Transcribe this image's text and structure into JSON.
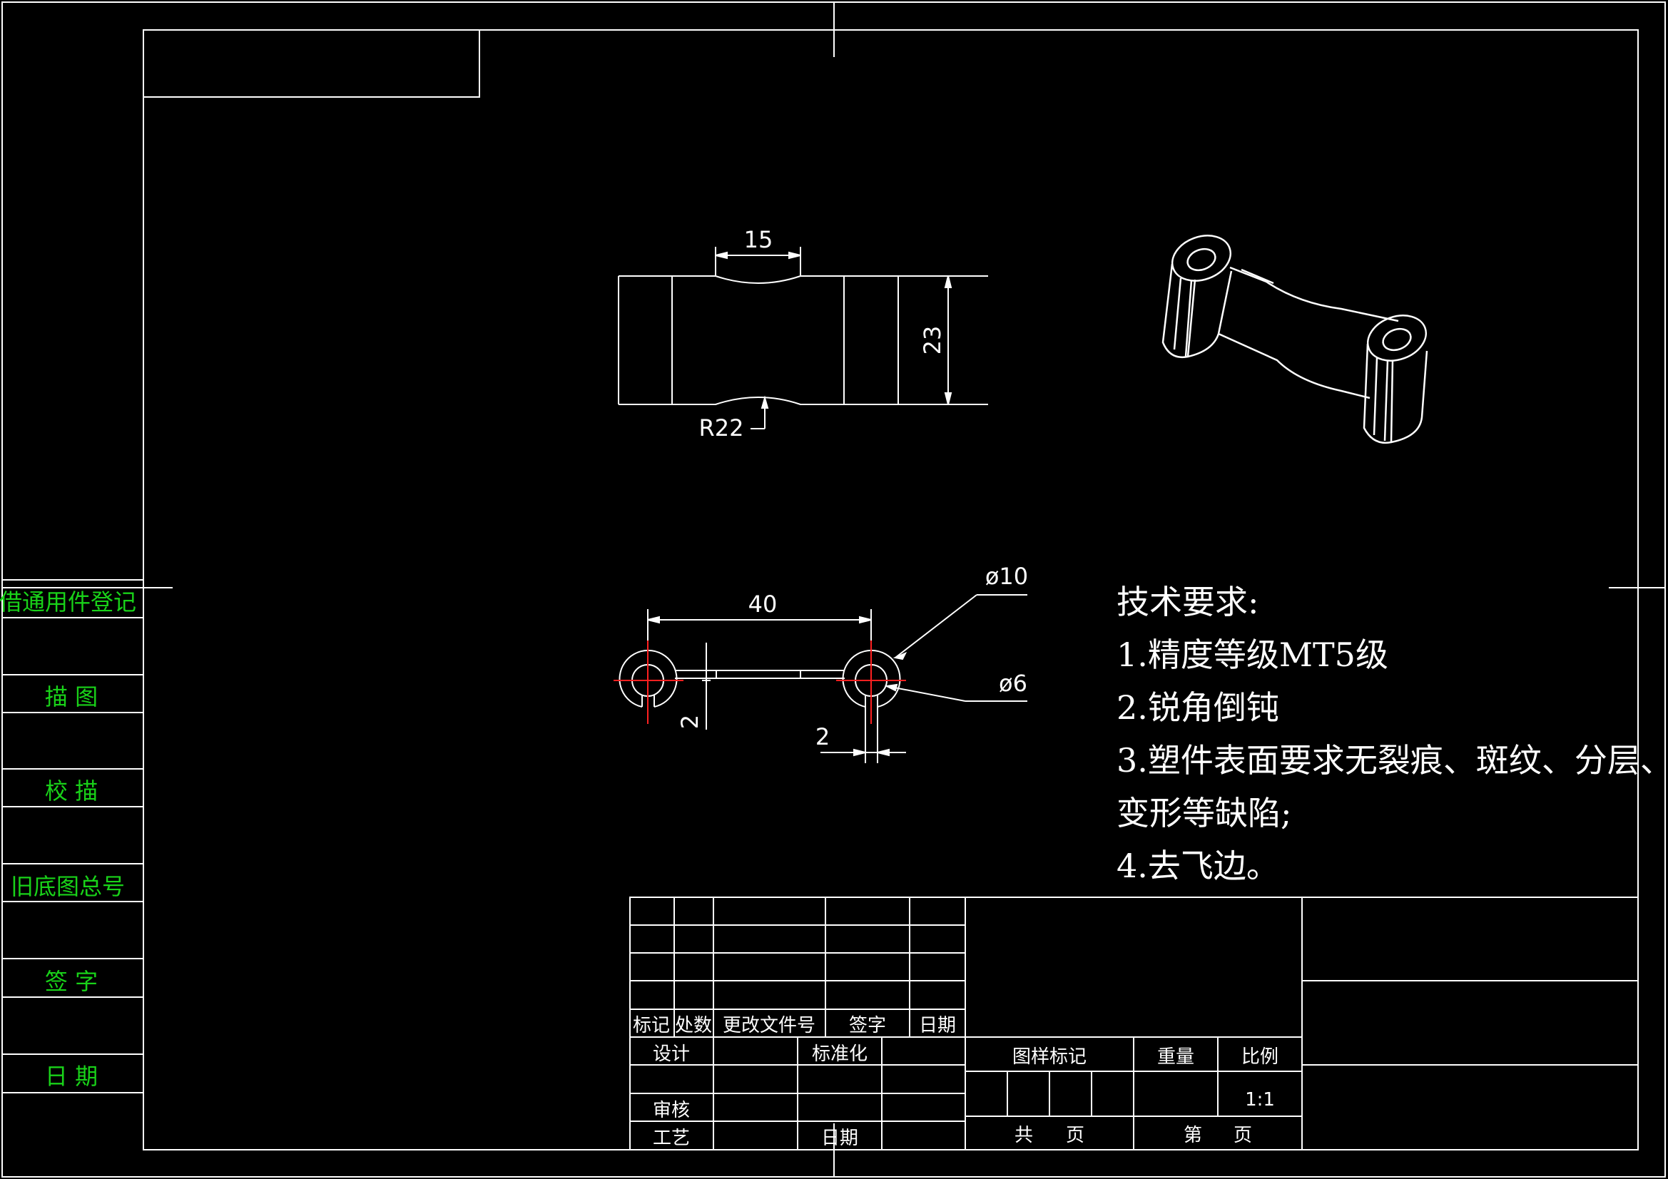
{
  "colors": {
    "background": "#000000",
    "line": "#ffffff",
    "side_text": "#19d219",
    "centerline": "#ff2020"
  },
  "side_panel": {
    "labels": [
      "借通用件登记",
      "描 图",
      "校 描",
      "旧底图总号",
      "签 字",
      "日 期"
    ]
  },
  "front_view": {
    "dim_width": "15",
    "dim_height": "23",
    "dim_radius": "R22"
  },
  "top_view": {
    "dim_pitch": "40",
    "dim_outer_dia": "ø10",
    "dim_inner_dia": "ø6",
    "dim_slot_left": "2",
    "dim_slot_right": "2"
  },
  "tech_requirements": {
    "title": "技术要求:",
    "items": [
      "1.精度等级MT5级",
      "2.锐角倒钝",
      "3.塑件表面要求无裂痕、斑纹、分层、",
      "变形等缺陷;",
      "4.去飞边。"
    ]
  },
  "title_block": {
    "rev_headers": [
      "标记",
      "处数",
      "更改文件号",
      "签字",
      "日期"
    ],
    "design": "设计",
    "standardize": "标准化",
    "review": "审核",
    "process": "工艺",
    "date": "日期",
    "mark": "图样标记",
    "weight": "重量",
    "scale_label": "比例",
    "scale": "1:1",
    "total": "共",
    "page1": "页",
    "sheet": "第",
    "page2": "页"
  }
}
